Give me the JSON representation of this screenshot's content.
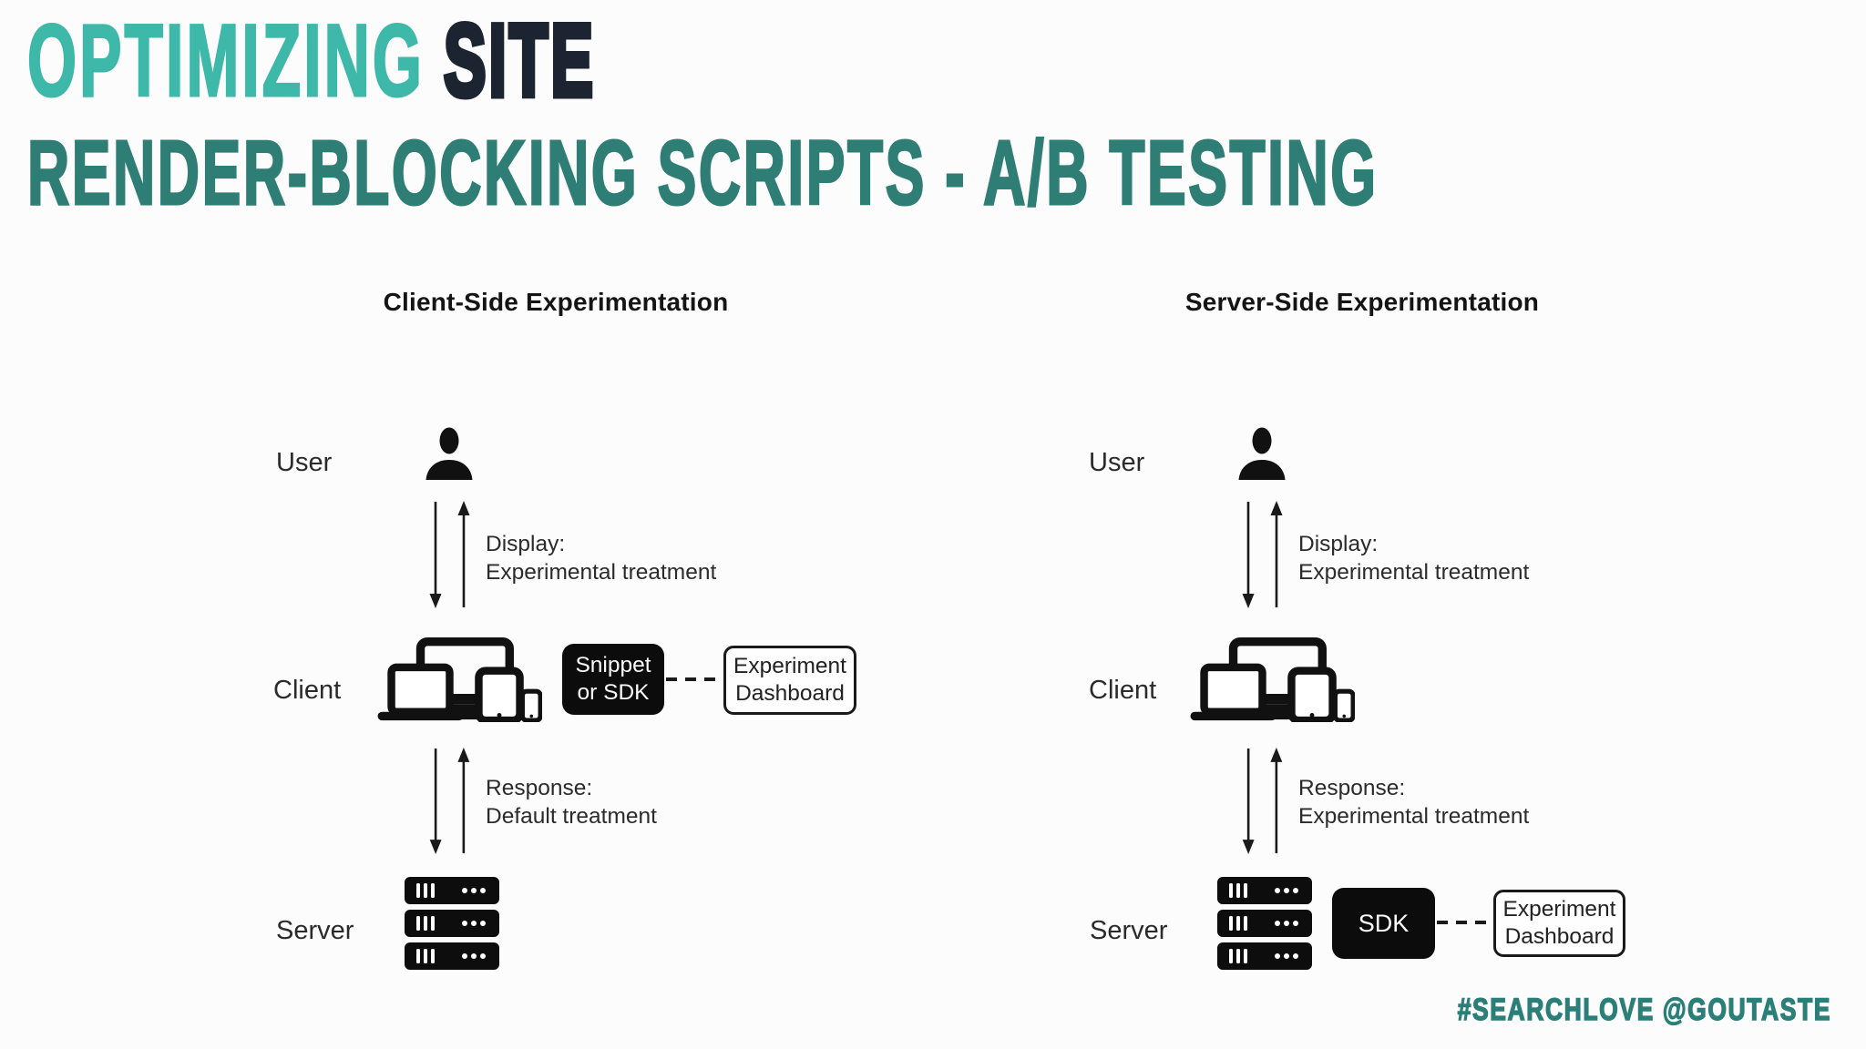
{
  "title": {
    "accent": "OPTIMIZING",
    "dark": "SITE"
  },
  "subtitle": "RENDER-BLOCKING SCRIPTS - A/B TESTING",
  "footer": "#SEARCHLOVE @GOUTASTE",
  "colors": {
    "accent_teal": "#3db8a9",
    "dark_teal": "#2e7e75",
    "ink_dark": "#1b2430",
    "body_text": "#2b2b2b",
    "box_black": "#0c0c0c",
    "background": "#fcfcfc"
  },
  "icons": {
    "user": "user-silhouette-icon",
    "devices": "devices-cluster-icon",
    "server": "server-stack-icon",
    "arrows": "bidirectional-arrows-icon"
  },
  "diagrams": {
    "client_side": {
      "heading": "Client-Side Experimentation",
      "user_label": "User",
      "client_label": "Client",
      "server_label": "Server",
      "display_line1": "Display:",
      "display_line2": "Experimental treatment",
      "response_line1": "Response:",
      "response_line2": "Default treatment",
      "snippet_box_line1": "Snippet",
      "snippet_box_line2": "or SDK",
      "dashboard_line1": "Experiment",
      "dashboard_line2": "Dashboard"
    },
    "server_side": {
      "heading": "Server-Side Experimentation",
      "user_label": "User",
      "client_label": "Client",
      "server_label": "Server",
      "display_line1": "Display:",
      "display_line2": "Experimental treatment",
      "response_line1": "Response:",
      "response_line2": "Experimental treatment",
      "sdk_box_label": "SDK",
      "dashboard_line1": "Experiment",
      "dashboard_line2": "Dashboard"
    }
  }
}
